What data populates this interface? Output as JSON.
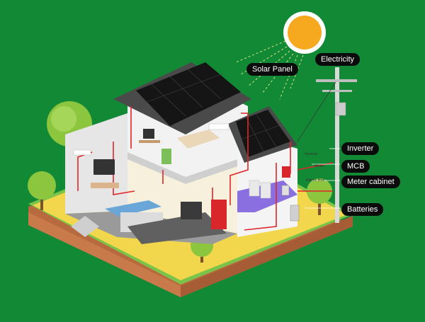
{
  "labels": {
    "solar_panel": "Solar Panel",
    "electricity": "Electricity",
    "inverter": "Inverter",
    "mcb": "MCB",
    "meter_cabinet": "Meter cabinet",
    "batteries": "Batteries"
  },
  "small_labels": {
    "inverter": "Inverter",
    "meter": "Meter",
    "electric_box": "Eletric Box"
  },
  "colors": {
    "background": "#128a35",
    "roof_panel": "#151515",
    "roof_tile": "#4a4a4a",
    "wire": "#e0262b",
    "sun": "#f6a91f",
    "ground": "#f2d64b",
    "soil": "#c97a4b",
    "label_bg": "#0b0b0b"
  }
}
